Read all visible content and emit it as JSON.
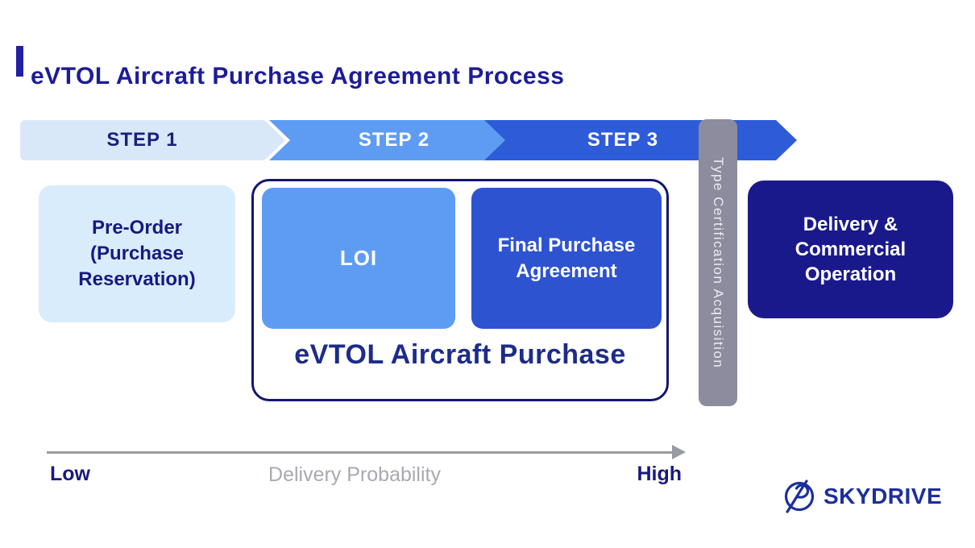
{
  "slide": {
    "title": "eVTOL Aircraft Purchase Agreement Process"
  },
  "steps": {
    "step1": "STEP 1",
    "step2": "STEP 2",
    "step3": "STEP 3"
  },
  "process": {
    "pre_order": "Pre-Order\n(Purchase\nReservation)",
    "loi": "LOI",
    "final_purchase": "Final Purchase\nAgreement",
    "purchase_group_caption": "eVTOL Aircraft Purchase",
    "type_certification": "Type Certification Acquisition",
    "delivery": "Delivery &\nCommercial\nOperation"
  },
  "axis": {
    "low": "Low",
    "label": "Delivery Probability",
    "high": "High"
  },
  "logo": {
    "wordmark": "SKYDRIVE"
  },
  "colors": {
    "title_navy": "#1c1c99",
    "accent_bar": "#1f1fa8",
    "step1_fill": "#d9e8f8",
    "step1_text": "#1a1f7e",
    "step2_fill": "#5e9cf4",
    "step3_fill": "#2e5cd8",
    "step_text_light": "#ffffff",
    "pre_order_fill": "#d9ecfb",
    "dark_navy_text": "#191980",
    "loi_fill": "#5e9cf4",
    "final_purchase_fill": "#2d53d0",
    "delivery_fill": "#1a198c",
    "gray_bar_fill": "#8c8c9e",
    "container_border": "#13176e",
    "caption_navy": "#1d2c8a",
    "axis_gray": "#9a9aa4",
    "axis_label_gray": "#a9a9b2",
    "logo_navy": "#1c2f9e"
  }
}
